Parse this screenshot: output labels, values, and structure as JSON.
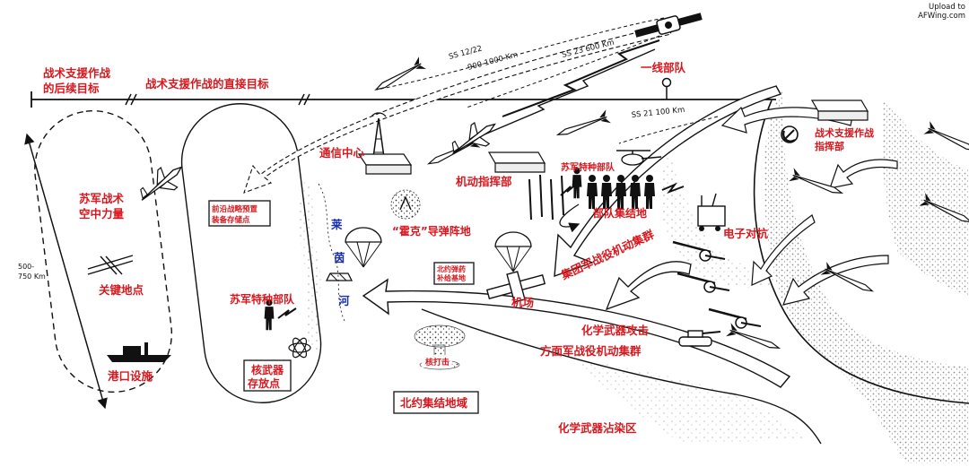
{
  "watermark": {
    "line1": "Upload to",
    "line2": "AFWing.com"
  },
  "colors": {
    "label_red": "#d8181e",
    "river_blue": "#1a2fb0",
    "ink": "#111111",
    "arrow_fill": "#ffffff"
  },
  "ranges": {
    "ss12": "SS 12/22",
    "ss12_range": "900-1000 Km",
    "ss23": "SS 23 600 Km",
    "ss21": "SS 21 100 Km",
    "depth_1": "500-",
    "depth_2": "750 Km"
  },
  "labels": {
    "follow_on_1": "战术支援作战",
    "follow_on_2": "的后续目标",
    "direct_target": "战术支援作战的直接目标",
    "front_line": "一线部队",
    "comms_center": "通信中心",
    "mobile_hq": "机动指挥部",
    "soviet_sf_top": "苏军特种部队",
    "assembly_area": "部队集结地",
    "tac_hq_1": "战术支援作战",
    "tac_hq_2": "指挥部",
    "ew": "电子对抗",
    "soviet_air_1": "苏军战术",
    "soviet_air_2": "空中力量",
    "key_point": "关键地点",
    "port": "港口设施",
    "forward_depot_1": "前沿战略预置",
    "forward_depot_2": "装备存储点",
    "soviet_sf_mid": "苏军特种部队",
    "nuke_storage_1": "核武器",
    "nuke_storage_2": "存放点",
    "hawk": "“霍克”导弹阵地",
    "nato_supply_1": "北约弹药",
    "nato_supply_2": "补给基地",
    "airfield": "机场",
    "army_omg": "集团军战役机动集群",
    "chem_attack": "化学武器攻击",
    "front_omg": "方面军战役机动集群",
    "nuke_strike": "核打击",
    "nato_assembly": "北约集结地域",
    "chem_zone": "化学武器沾染区",
    "river_1": "莱",
    "river_2": "茵",
    "river_3": "河"
  },
  "icons": [
    "satellite-icon",
    "missile-icon",
    "radio-tower-icon",
    "command-post-icon",
    "helicopter-icon",
    "soldier-icon",
    "jet-fighter-icon",
    "parachute-icon",
    "bridge-icon",
    "ship-icon",
    "tank-icon",
    "artillery-icon",
    "radar-icon",
    "nuclear-cloud-icon",
    "atom-icon",
    "hammer-sickle-icon",
    "explosion-icon"
  ]
}
